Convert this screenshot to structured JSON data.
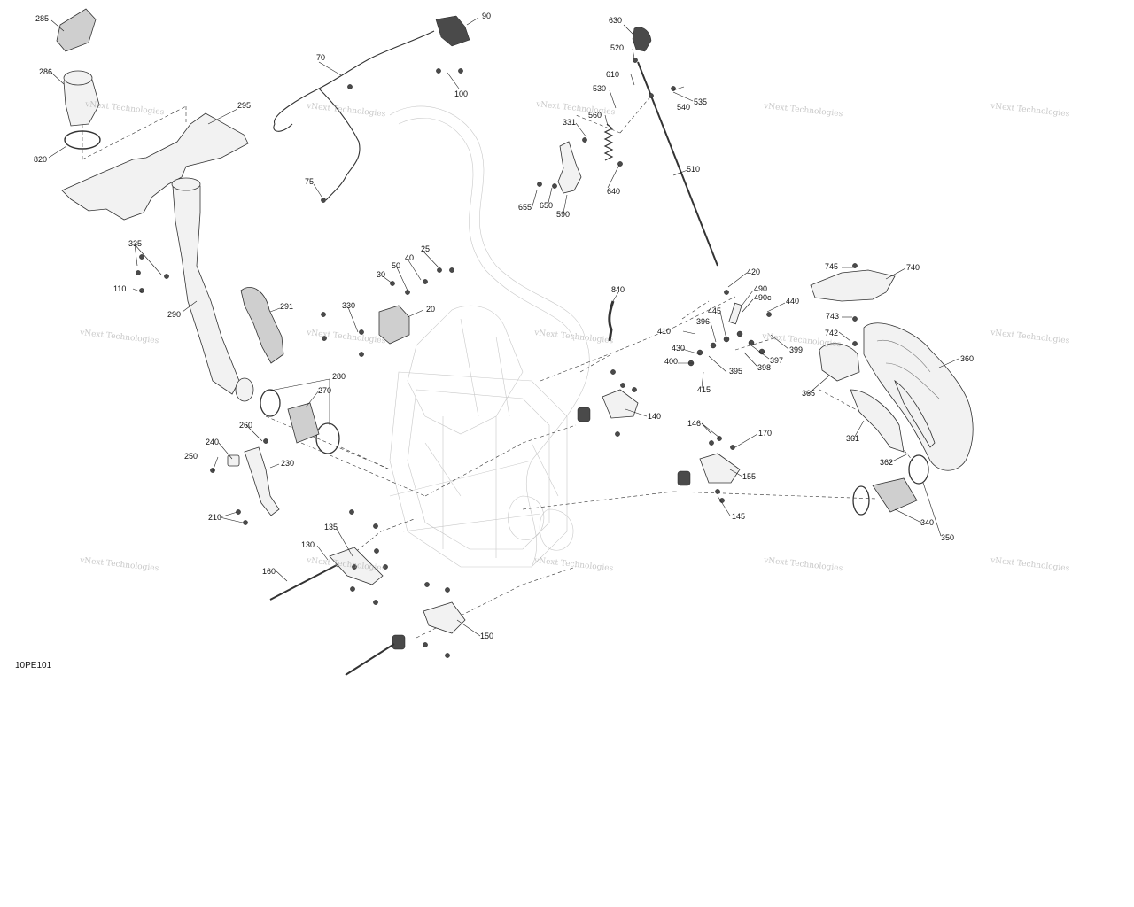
{
  "document_id": "10PE101",
  "watermark": "vNext Technologies",
  "callouts": [
    "285",
    "286",
    "820",
    "295",
    "90",
    "70",
    "100",
    "75",
    "335",
    "110",
    "290",
    "291",
    "330",
    "20",
    "25",
    "40",
    "50",
    "30",
    "630",
    "520",
    "610",
    "530",
    "560",
    "331",
    "590",
    "640",
    "650",
    "655",
    "540",
    "535",
    "510",
    "420",
    "490",
    "490c",
    "440",
    "445",
    "396",
    "410",
    "430",
    "400",
    "395",
    "397",
    "398",
    "399",
    "415",
    "840",
    "745",
    "740",
    "743",
    "742",
    "360",
    "365",
    "361",
    "362",
    "340",
    "350",
    "280",
    "270",
    "260",
    "240",
    "250",
    "230",
    "210",
    "140",
    "146",
    "170",
    "155",
    "145",
    "135",
    "130",
    "160",
    "150"
  ]
}
